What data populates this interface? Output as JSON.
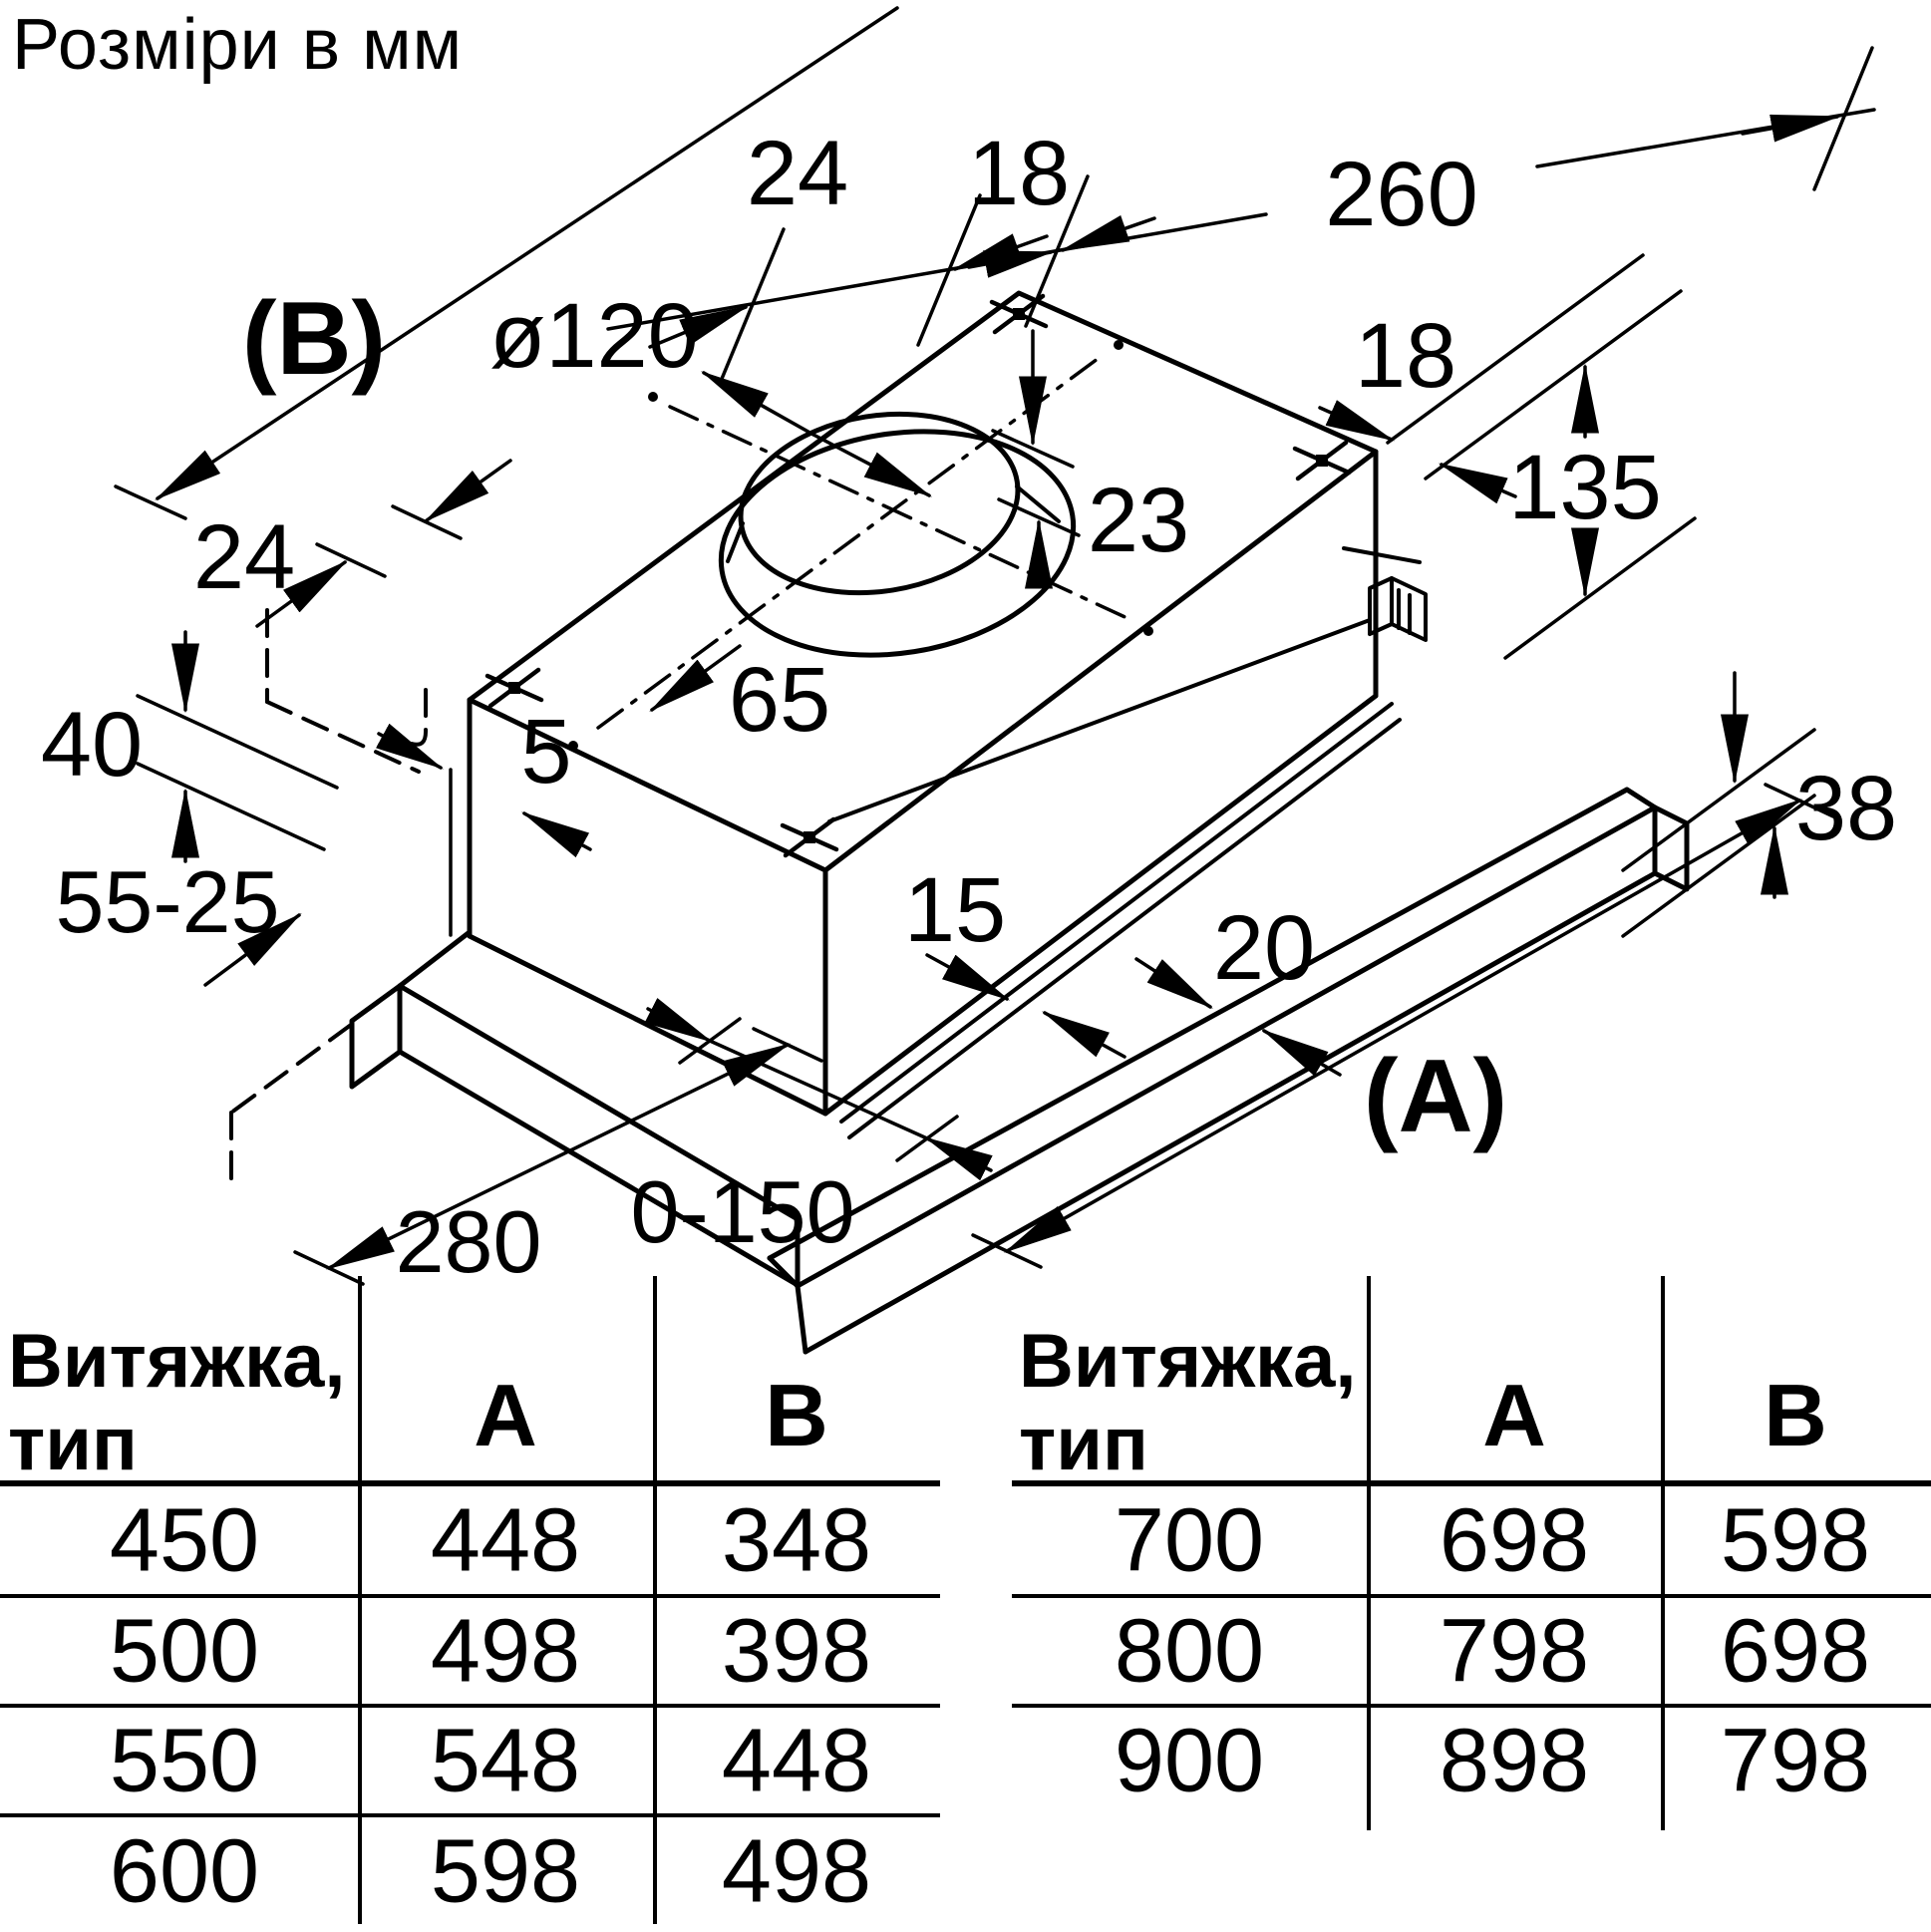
{
  "title": "Розміри в мм",
  "diagram": {
    "ref_b": "(B)",
    "ref_a": "(A)",
    "dim_24_top": "24",
    "dim_18_top": "18",
    "dim_260": "260",
    "dim_18_right": "18",
    "dim_135": "135",
    "dim_diameter": "ø120",
    "dim_23": "23",
    "dim_65": "65",
    "dim_24_left": "24",
    "dim_5": "5",
    "dim_40": "40",
    "dim_55_25": "55-25",
    "dim_280": "280",
    "dim_0_150": "0-150",
    "dim_15": "15",
    "dim_20": "20",
    "dim_38": "38"
  },
  "tables": {
    "left": {
      "header": {
        "type_line1": "Витяжка,",
        "type_line2": "тип",
        "a": "A",
        "b": "B"
      },
      "rows": [
        [
          "450",
          "448",
          "348"
        ],
        [
          "500",
          "498",
          "398"
        ],
        [
          "550",
          "548",
          "448"
        ],
        [
          "600",
          "598",
          "498"
        ]
      ]
    },
    "right": {
      "header": {
        "type_line1": "Витяжка,",
        "type_line2": "тип",
        "a": "A",
        "b": "B"
      },
      "rows": [
        [
          "700",
          "698",
          "598"
        ],
        [
          "800",
          "798",
          "698"
        ],
        [
          "900",
          "898",
          "798"
        ]
      ]
    }
  }
}
